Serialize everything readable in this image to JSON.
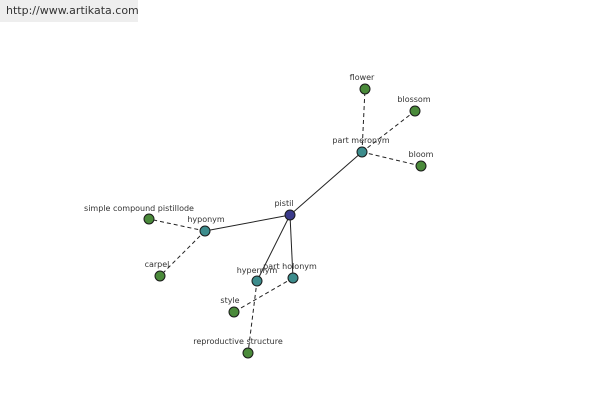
{
  "site": {
    "url": "http://www.artikata.com"
  },
  "graph": {
    "colors": {
      "leaf": "#4a8a3a",
      "relation": "#3c8c8c",
      "center": "#3a3a8a",
      "edge": "#222222"
    },
    "nodes": [
      {
        "id": "pistil",
        "label": "pistil",
        "kind": "center"
      },
      {
        "id": "part-meronym",
        "label": "part meronym",
        "kind": "relation"
      },
      {
        "id": "hyponym",
        "label": "hyponym",
        "kind": "relation"
      },
      {
        "id": "hypernym",
        "label": "hypernym",
        "kind": "relation"
      },
      {
        "id": "part-holonym",
        "label": "part holonym",
        "kind": "relation"
      },
      {
        "id": "flower",
        "label": "flower",
        "kind": "leaf"
      },
      {
        "id": "blossom",
        "label": "blossom",
        "kind": "leaf"
      },
      {
        "id": "bloom",
        "label": "bloom",
        "kind": "leaf"
      },
      {
        "id": "simple-compound-pistillode",
        "label": "simple compound pistillode",
        "kind": "leaf"
      },
      {
        "id": "carpel",
        "label": "carpel",
        "kind": "leaf"
      },
      {
        "id": "style",
        "label": "style",
        "kind": "leaf"
      },
      {
        "id": "reproductive-structure",
        "label": "reproductive structure",
        "kind": "leaf"
      }
    ],
    "edges": [
      {
        "from": "pistil",
        "to": "part-meronym",
        "style": "solid"
      },
      {
        "from": "pistil",
        "to": "hyponym",
        "style": "solid"
      },
      {
        "from": "pistil",
        "to": "hypernym",
        "style": "solid"
      },
      {
        "from": "pistil",
        "to": "part-holonym",
        "style": "solid"
      },
      {
        "from": "part-meronym",
        "to": "flower",
        "style": "dashed"
      },
      {
        "from": "part-meronym",
        "to": "blossom",
        "style": "dashed"
      },
      {
        "from": "part-meronym",
        "to": "bloom",
        "style": "dashed"
      },
      {
        "from": "hyponym",
        "to": "simple-compound-pistillode",
        "style": "dashed"
      },
      {
        "from": "hyponym",
        "to": "carpel",
        "style": "dashed"
      },
      {
        "from": "part-holonym",
        "to": "style",
        "style": "dashed"
      },
      {
        "from": "hypernym",
        "to": "reproductive-structure",
        "style": "dashed"
      }
    ]
  }
}
